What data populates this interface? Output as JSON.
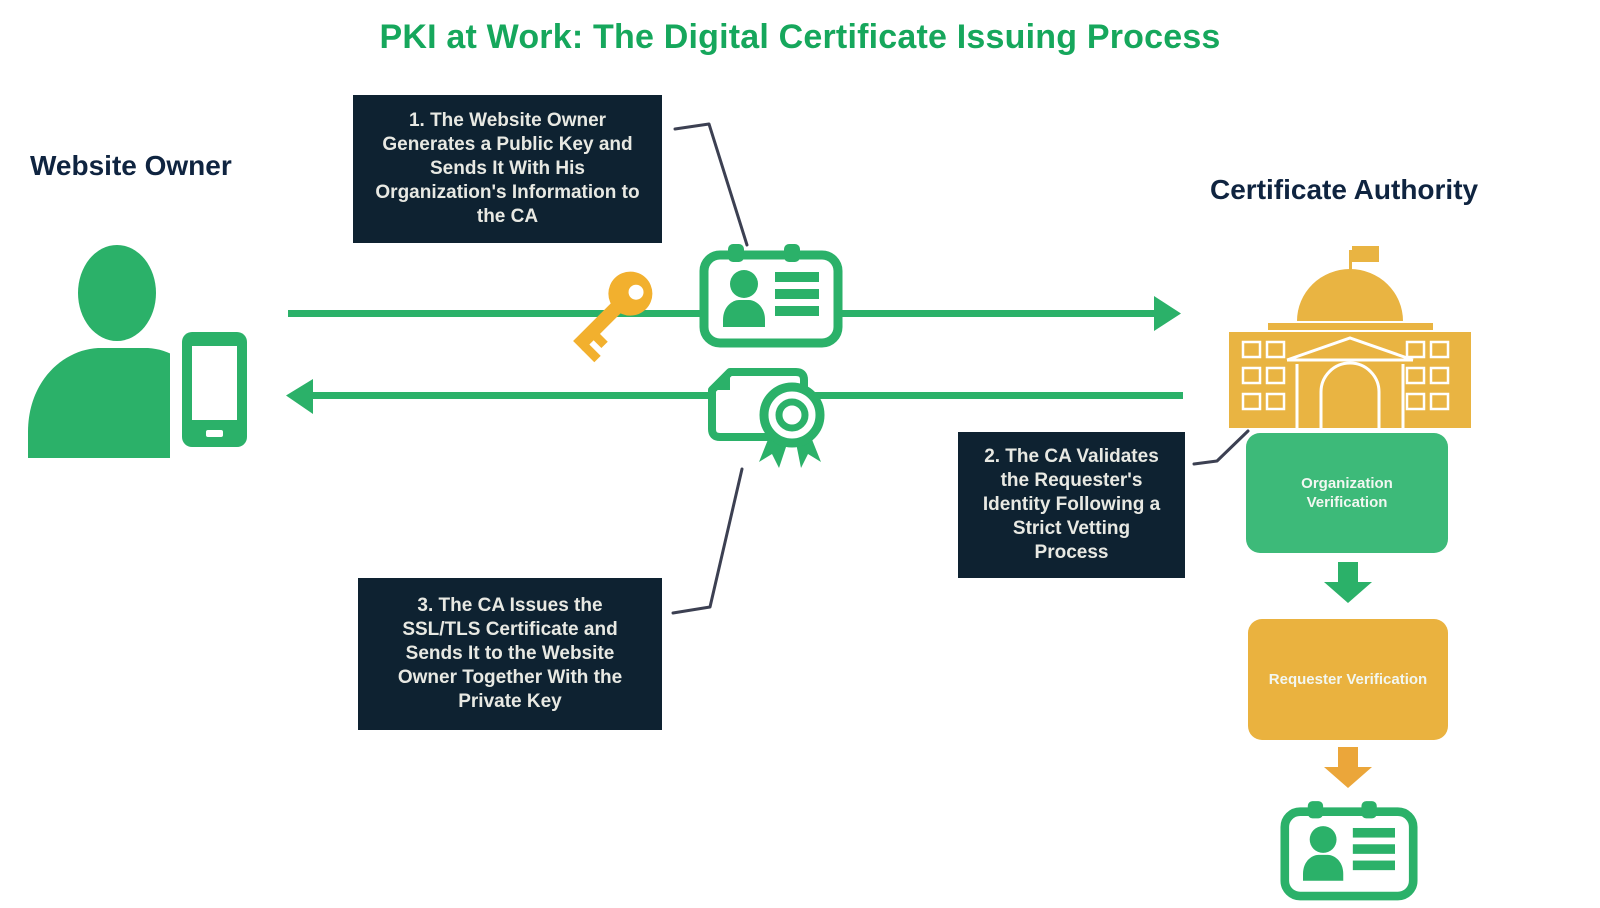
{
  "title": "PKI at Work: The Digital Certificate Issuing Process",
  "actors": {
    "website_owner": {
      "label": "Website Owner",
      "icon": "person-with-phone-icon"
    },
    "certificate_authority": {
      "label": "Certificate Authority",
      "icon": "bank-building-icon"
    }
  },
  "steps": [
    {
      "id": 1,
      "text": "1. The Website Owner\nGenerates a Public Key and\nSends It With His\nOrganization's Information to\nthe CA"
    },
    {
      "id": 2,
      "text": "2. The CA Validates\nthe Requester's\nIdentity Following a\nStrict Vetting\nProcess"
    },
    {
      "id": 3,
      "text": "3. The CA Issues the\nSSL/TLS Certificate and\nSends It to the Website\nOwner Together With the\nPrivate Key"
    }
  ],
  "verification_flow": [
    {
      "label": "Organization\nVerification",
      "color": "#3dba79"
    },
    {
      "label": "Requester Verification",
      "color": "#eab23f"
    }
  ],
  "icons": {
    "public_key": "key-icon",
    "certificate_request": "id-card-icon",
    "ssl_certificate": "certificate-seal-icon",
    "issued_certificate": "id-card-icon",
    "website_owner": "person-with-phone-icon",
    "certificate_authority": "bank-building-icon",
    "request_flow": "arrow-right-icon",
    "issue_flow": "arrow-left-icon",
    "verification_steps": "arrow-down-icon"
  },
  "colors": {
    "accent_green": "#2bb169",
    "flow_box_green": "#3dba79",
    "accent_yellow": "#f2b02e",
    "building_yellow": "#e9b442",
    "flow_box_yellow": "#eab23f",
    "panel_navy": "#0e2231",
    "panel_text": "#e8e9e3",
    "title_green": "#16a75c",
    "label_navy": "#0f2440",
    "connector_gray": "#3c4052",
    "background": "#ffffff"
  }
}
